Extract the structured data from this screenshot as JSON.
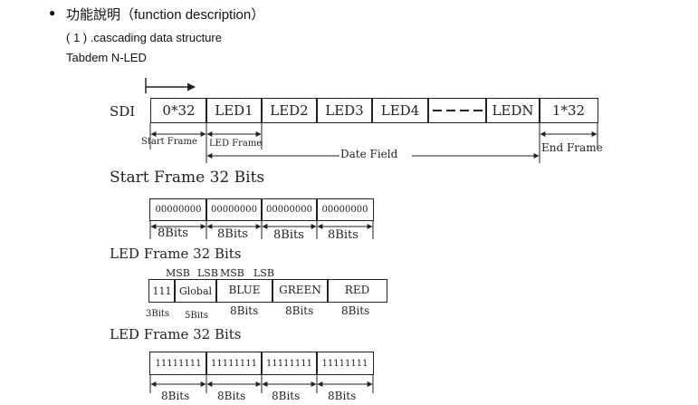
{
  "header": {
    "bullet": "●",
    "title": "功能說明（function description）",
    "subtitle": "( 1 ) .cascading data structure",
    "subtitle2": "Tabdem N-LED"
  },
  "diagram": {
    "sdi_label": "SDI",
    "cells": [
      "0*32",
      "LED1",
      "LED2",
      "LED3",
      "LED4",
      "LEDN",
      "1*32"
    ],
    "start_frame_label": "Start Frame",
    "led_frame_label": "LED Frame",
    "date_field_label": "Date Field",
    "end_frame_label": "End Frame"
  },
  "start_frame": {
    "title": "Start Frame 32 Bits",
    "cells": [
      "00000000",
      "00000000",
      "00000000",
      "00000000"
    ],
    "bits": [
      "8Bits",
      "8Bits",
      "8Bits",
      "8Bits"
    ]
  },
  "led_frame": {
    "title": "LED Frame 32 Bits",
    "msb1": "MSB",
    "lsb1": "LSB",
    "msb2": "MSB",
    "lsb2": "LSB",
    "cells": [
      "111",
      "Global",
      "BLUE",
      "GREEN",
      "RED"
    ],
    "bits": [
      "3Bits",
      "5Bits",
      "8Bits",
      "8Bits",
      "8Bits"
    ]
  },
  "end_frame": {
    "title": "LED Frame 32 Bits",
    "cells": [
      "11111111",
      "11111111",
      "11111111",
      "11111111"
    ],
    "bits": [
      "8Bits",
      "8Bits",
      "8Bits",
      "8Bits"
    ]
  }
}
